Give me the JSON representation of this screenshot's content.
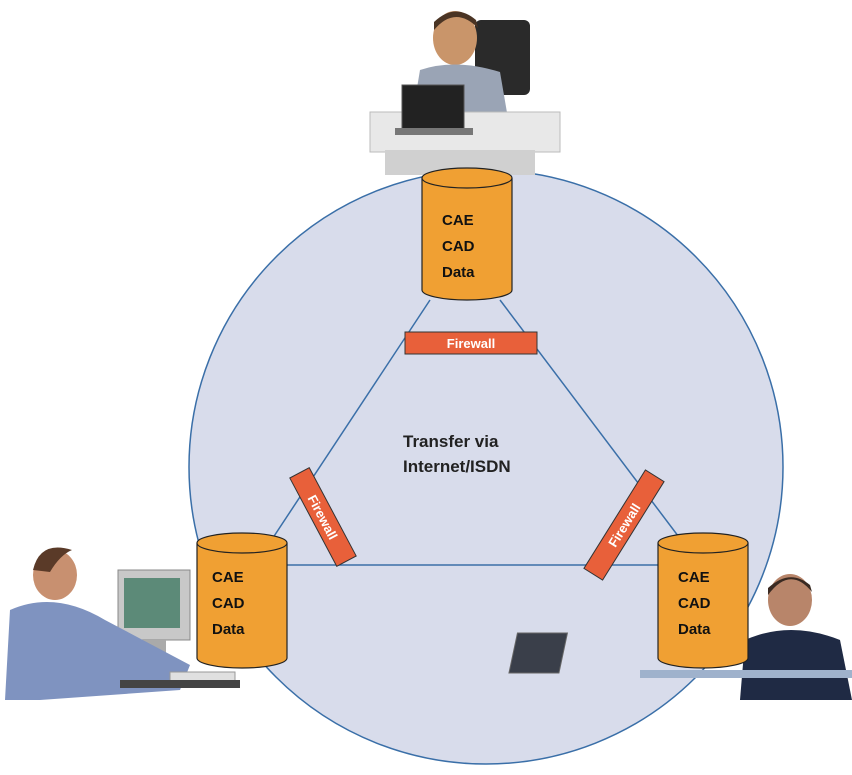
{
  "network_label": {
    "line1": "Transfer via",
    "line2": "Internet/ISDN"
  },
  "databases": [
    {
      "line1": "CAE",
      "line2": "CAD",
      "line3": "Data"
    },
    {
      "line1": "CAE",
      "line2": "CAD",
      "line3": "Data"
    },
    {
      "line1": "CAE",
      "line2": "CAD",
      "line3": "Data"
    }
  ],
  "firewalls": [
    {
      "label": "Firewall"
    },
    {
      "label": "Firewall"
    },
    {
      "label": "Firewall"
    }
  ],
  "colors": {
    "circle_fill": "#d8dceb",
    "circle_stroke": "#3a6fa8",
    "cylinder_fill": "#f0a033",
    "firewall_fill": "#e8603a",
    "link_stroke": "#3a6fa8"
  }
}
